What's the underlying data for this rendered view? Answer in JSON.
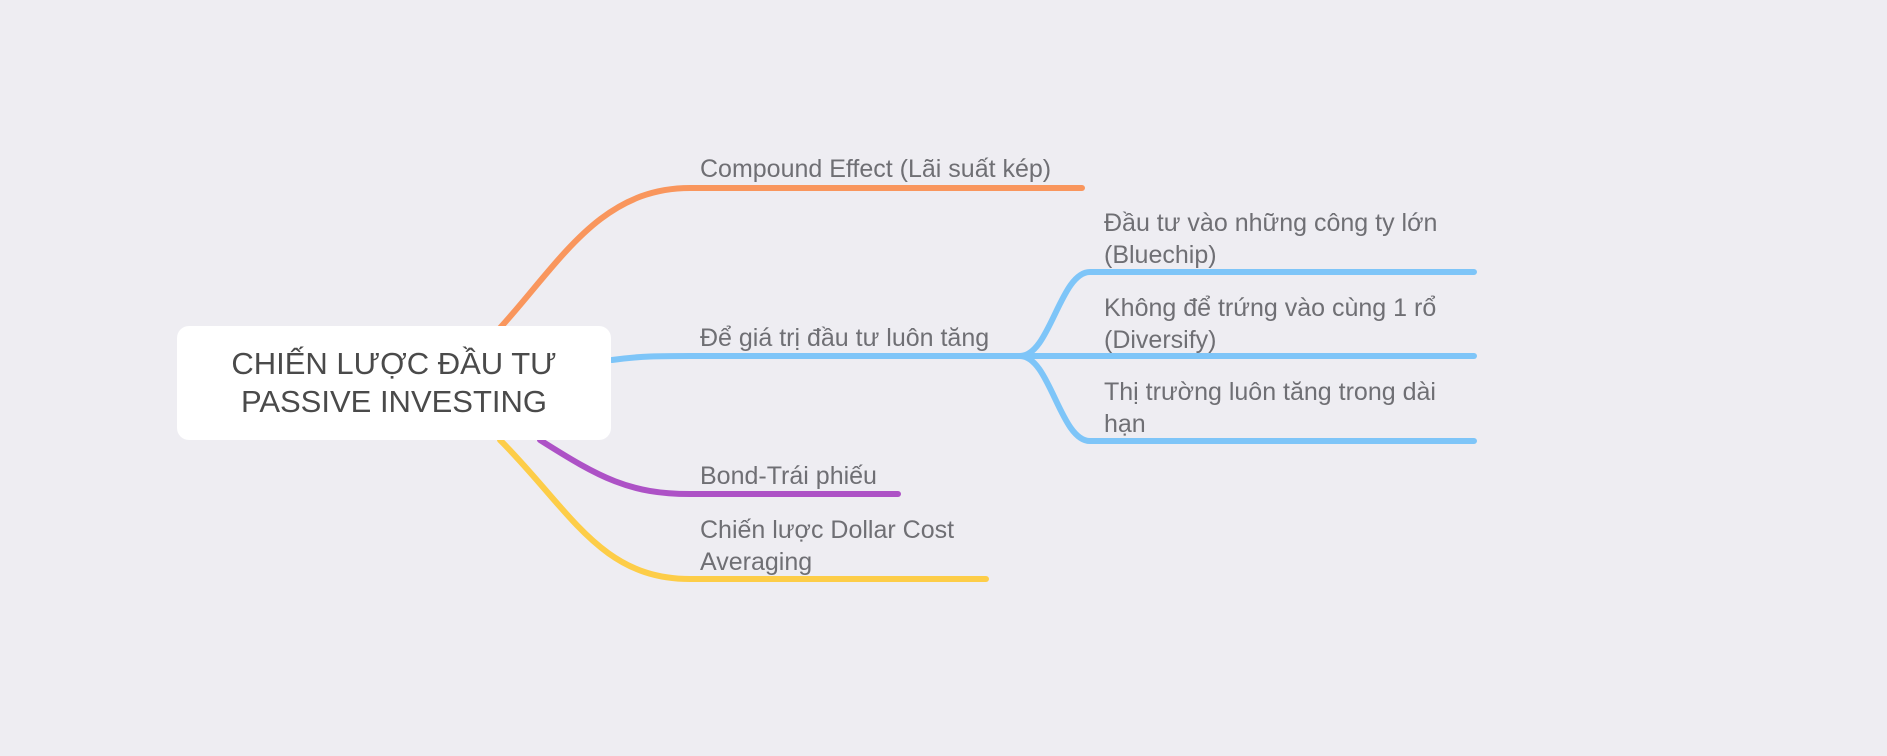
{
  "central": {
    "line1": "CHIẾN LƯỢC ĐẦU TƯ",
    "line2": "PASSIVE INVESTING"
  },
  "branches": {
    "compound": {
      "label": "Compound Effect (Lãi suất kép)",
      "color": "#f9965d"
    },
    "value_growth": {
      "label": "Để giá trị đầu tư luôn tăng",
      "color": "#7ec5f8",
      "children": [
        {
          "line1": "Đầu tư vào những công ty lớn",
          "line2": "(Bluechip)"
        },
        {
          "line1": "Không để trứng vào cùng 1 rổ",
          "line2": "(Diversify)"
        },
        {
          "line1": "Thị trường luôn tăng trong dài",
          "line2": "hạn"
        }
      ]
    },
    "bond": {
      "label": "Bond-Trái phiếu",
      "color": "#ad52c6"
    },
    "dca": {
      "line1": "Chiến lược Dollar Cost",
      "line2": "Averaging",
      "color": "#fdcd48"
    }
  }
}
